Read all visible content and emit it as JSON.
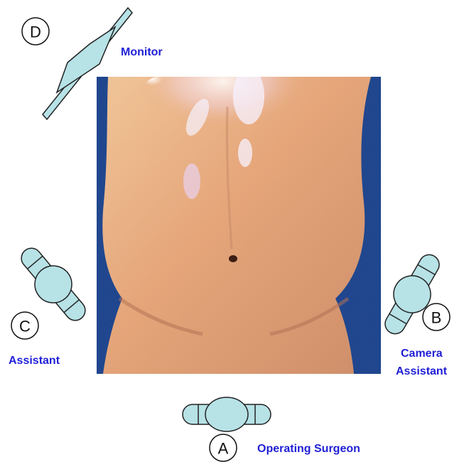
{
  "positions": [
    {
      "id": "D",
      "letter": "D",
      "label_lines": [
        "Monitor"
      ]
    },
    {
      "id": "C",
      "letter": "C",
      "label_lines": [
        "Assistant"
      ]
    },
    {
      "id": "B",
      "letter": "B",
      "label_lines": [
        "Camera",
        "Assistant"
      ]
    },
    {
      "id": "A",
      "letter": "A",
      "label_lines": [
        "Operating Surgeon"
      ]
    }
  ],
  "colors": {
    "person_fill": "#b7e2e6",
    "person_stroke": "#222222",
    "label_text": "#1f1fd6",
    "background_blue": "#123f8f",
    "skin_base": "#e8a678",
    "skin_light": "#f2c08f",
    "skin_highlight": "#f7f2ff",
    "skin_shadow": "#c9875f"
  },
  "image": {
    "subject": "abdomen-photo"
  }
}
